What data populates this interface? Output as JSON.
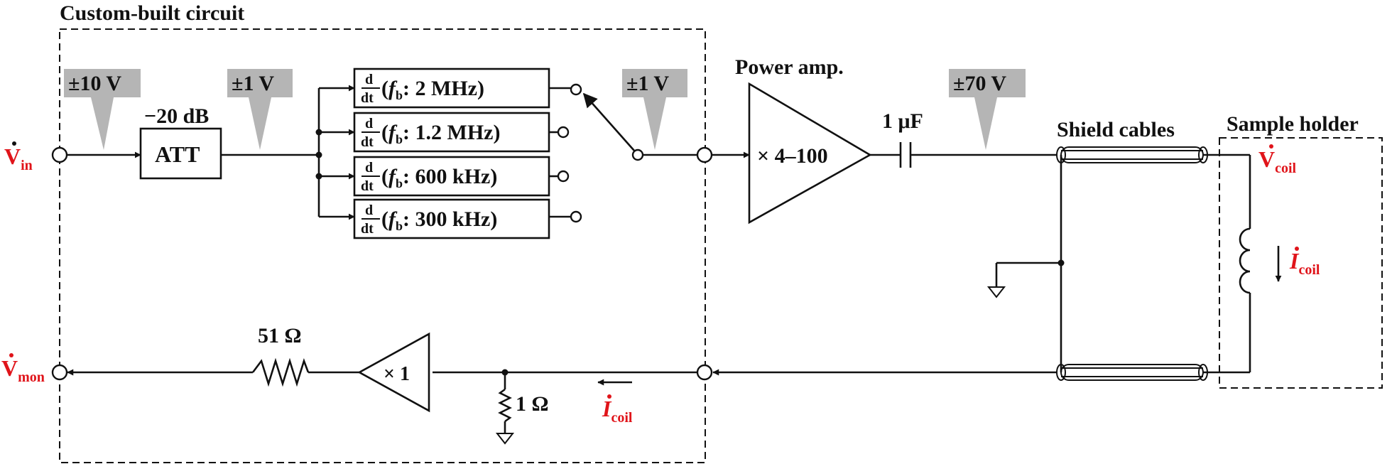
{
  "title": "Custom-built circuit",
  "sample_holder_label": "Sample holder",
  "shield_cables_label": "Shield cables",
  "power_amp_label": "Power amp.",
  "capacitor_label": "1 μF",
  "attenuator": {
    "gain": "−20 dB",
    "label": "ATT"
  },
  "amplifier_gain": "× 4–100",
  "buffer_gain": "× 1",
  "resistor_51": "51 Ω",
  "resistor_1": "1 Ω",
  "voltage_markers": [
    {
      "id": "in",
      "text": "±10 V"
    },
    {
      "id": "att",
      "text": "±1 V"
    },
    {
      "id": "sw",
      "text": "±1 V"
    },
    {
      "id": "amp",
      "text": "±70 V"
    }
  ],
  "signals": {
    "v_in": {
      "main": "V",
      "sub": "in"
    },
    "v_mon": {
      "main": "V",
      "sub": "mon"
    },
    "v_coil": {
      "main": "V",
      "sub": "coil"
    },
    "i_coil": {
      "main": "I",
      "sub": "coil"
    }
  },
  "differentiators": [
    {
      "fraction_top": "d",
      "fraction_bottom": "dt",
      "param": "f",
      "param_sub": "b",
      "value": "2 MHz"
    },
    {
      "fraction_top": "d",
      "fraction_bottom": "dt",
      "param": "f",
      "param_sub": "b",
      "value": "1.2 MHz"
    },
    {
      "fraction_top": "d",
      "fraction_bottom": "dt",
      "param": "f",
      "param_sub": "b",
      "value": "600 kHz"
    },
    {
      "fraction_top": "d",
      "fraction_bottom": "dt",
      "param": "f",
      "param_sub": "b",
      "value": "300 kHz"
    }
  ]
}
